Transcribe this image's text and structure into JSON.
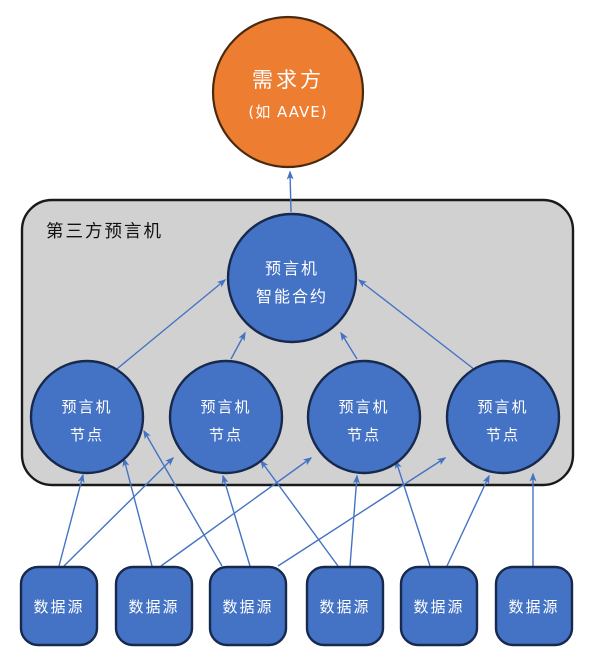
{
  "colors": {
    "orange": "#ED7D31",
    "blue": "#4472C4",
    "container-gray": "#D1D1D1",
    "arrow-blue": "#4573C4",
    "border-navy": "#17294D",
    "border-black": "#1A1A1A",
    "border-brown": "#4A2A0E",
    "text-white": "#FFFFFF",
    "label-black": "#111111"
  },
  "diagram": {
    "demander": {
      "line1": "需求方",
      "line2": "(如 AAVE)"
    },
    "container_label": "第三方预言机",
    "contract": {
      "line1": "预言机",
      "line2": "智能合约"
    },
    "nodes": [
      {
        "line1": "预言机",
        "line2": "节点"
      },
      {
        "line1": "预言机",
        "line2": "节点"
      },
      {
        "line1": "预言机",
        "line2": "节点"
      },
      {
        "line1": "预言机",
        "line2": "节点"
      }
    ],
    "data_sources": [
      {
        "label": "数据源"
      },
      {
        "label": "数据源"
      },
      {
        "label": "数据源"
      },
      {
        "label": "数据源"
      },
      {
        "label": "数据源"
      },
      {
        "label": "数据源"
      }
    ]
  }
}
